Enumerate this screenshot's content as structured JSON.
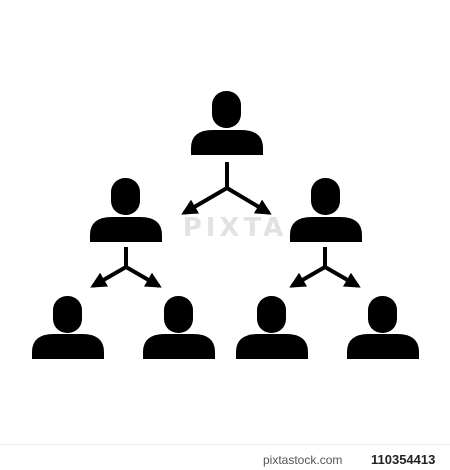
{
  "diagram": {
    "icon": "people-hierarchy-icon",
    "color": "#000000",
    "background": "#ffffff",
    "levels": [
      {
        "level": 1,
        "people": 1
      },
      {
        "level": 2,
        "people": 2
      },
      {
        "level": 3,
        "people": 4
      }
    ],
    "connectors": 3
  },
  "watermark": {
    "text": "PIXTA",
    "color": "#d9d9d9"
  },
  "footer": {
    "brand": "pixtastock.com",
    "id": "110354413"
  }
}
